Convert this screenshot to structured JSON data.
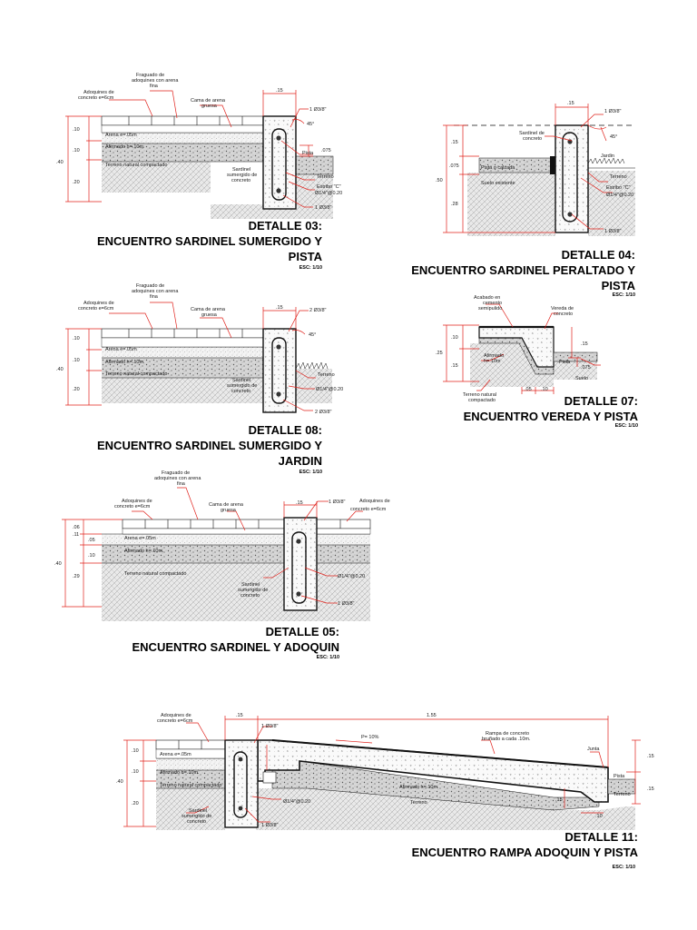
{
  "d03": {
    "title1": "DETALLE 03:",
    "title2": "ENCUENTRO SARDINEL SUMERGIDO Y",
    "title3": "PISTA",
    "esc": "ESC: 1/10",
    "fraguado": [
      "Fraguado de",
      "adoquines con arena",
      "fina"
    ],
    "adoquines": [
      "Adoquines de",
      "concreto e=6cm"
    ],
    "cama": [
      "Cama de arena",
      "gruesa"
    ],
    "arena": "Arena e=.05m",
    "afirmado": "Afirmado h=.10m.",
    "terreno_nat": "Terreno natural compactado",
    "sardinel": [
      "Sardinel",
      "sumergido de",
      "concreto"
    ],
    "pista": "Pista",
    "terreno": "Terreno",
    "estribo": [
      "Estribo \"C\"",
      "Ø1/4\"@0.20"
    ],
    "bar_top": "1 Ø3/8\"",
    "bar_bot": "1 Ø3/8\"",
    "ang": "45°",
    "dims": [
      ".10",
      ".10",
      ".20",
      ".40",
      ".15",
      ".075"
    ]
  },
  "d04": {
    "title1": "DETALLE 04:",
    "title2": "ENCUENTRO SARDINEL PERALTADO Y",
    "title3": "PISTA",
    "esc": "ESC: 1/10",
    "sardinel": [
      "Sardinel de",
      "concreto"
    ],
    "pista": "Pista o calzada",
    "suelo": "Suelo existente",
    "jardin": "Jardin",
    "terreno": "Terreno",
    "estribo": [
      "Estribo \"C\"",
      "Ø1/4\"@0.20"
    ],
    "bar_top": "1 Ø3/8\"",
    "bar_bot": "1 Ø3/8\"",
    "ang": "45°",
    "dims": [
      ".15",
      ".075",
      ".28",
      ".50",
      ".15"
    ]
  },
  "d08": {
    "title1": "DETALLE 08:",
    "title2": "ENCUENTRO SARDINEL SUMERGIDO Y",
    "title3": "JARDIN",
    "esc": "ESC: 1/10",
    "fraguado": [
      "Fraguado de",
      "adoquines con arena",
      "fina"
    ],
    "adoquines": [
      "Adoquines de",
      "concreto e=6cm"
    ],
    "cama": [
      "Cama de arena",
      "gruesa"
    ],
    "arena": "Arena e=.05m",
    "afirmado": "Afirmado h=.10m.",
    "terreno_nat": "Terreno natural compactado",
    "sardinel": [
      "Sardinel",
      "sumergido de",
      "concreto"
    ],
    "terreno": "Terreno",
    "estribo": "Ø1/4\"@0.20",
    "bar_top": "2 Ø3/8\"",
    "bar_bot": "2 Ø3/8\"",
    "ang": "45°",
    "dims": [
      ".10",
      ".10",
      ".20",
      ".40",
      ".15"
    ]
  },
  "d07": {
    "title1": "DETALLE 07:",
    "title2": "ENCUENTRO VEREDA Y PISTA",
    "esc": "ESC: 1/10",
    "acabado": [
      "Acabado en",
      "cemento",
      "semipulido"
    ],
    "vereda": [
      "Vereda de",
      "concreto"
    ],
    "afirmado": [
      "Afirmado",
      "h=.10m"
    ],
    "terreno_nat": [
      "Terreno natural",
      "compactado"
    ],
    "pista": "Pista",
    "suelo": "Suelo",
    "dims": [
      ".10",
      ".15",
      ".25",
      ".15",
      ".075",
      ".05",
      ".10"
    ]
  },
  "d05": {
    "title1": "DETALLE 05:",
    "title2": "ENCUENTRO SARDINEL Y ADOQUIN",
    "esc": "ESC: 1/10",
    "fraguado": [
      "Fraguado de",
      "adoquines con arena",
      "fina"
    ],
    "adoquines_l": [
      "Adoquines de",
      "concreto e=6cm"
    ],
    "adoquines_r": [
      "Adoquines de",
      "concreto e=6cm"
    ],
    "cama": [
      "Cama de arena",
      "gruesa"
    ],
    "arena": "Arena e=.05m",
    "afirmado": "Afirmado h=.10m.",
    "terreno_nat": "Terreno natural compactado",
    "sardinel": [
      "Sardinel",
      "sumergido de",
      "concreto"
    ],
    "estribo": "Ø1/4\"@0.20",
    "bar_top": "1 Ø3/8\"",
    "bar_bot": "1 Ø3/8\"",
    "dims": [
      ".06",
      ".11",
      ".05",
      ".10",
      ".29",
      ".40",
      ".15"
    ]
  },
  "d11": {
    "title1": "DETALLE 11:",
    "title2": "ENCUENTRO RAMPA ADOQUIN Y PISTA",
    "esc": "ESC: 1/10",
    "adoquines": [
      "Adoquines de",
      "concreto e=6cm"
    ],
    "arena": "Arena e=.05m",
    "afirmado": "Afirmado h=.10m.",
    "terreno_nat": "Terreno natural compactado",
    "sardinel": [
      "Sardinel",
      "sumergido de",
      "concreto"
    ],
    "bar_top": "1 Ø3/8\"",
    "bar_bot": "1 Ø3/8\"",
    "estribo": "Ø1/4\"@0.20",
    "pendiente": "P= 10%",
    "rampa": [
      "Rampa de concreto",
      "bruñado a cada .10m."
    ],
    "afirmado_r": "Afirmado h=.10m.",
    "terreno": "Terreno",
    "junta": "Junta",
    "pista": "Pista",
    "terreno_r": "Terreno",
    "dims": [
      ".10",
      ".10",
      ".20",
      ".40",
      ".15",
      "1.55",
      ".15",
      ".15",
      ".10",
      ".15"
    ]
  }
}
